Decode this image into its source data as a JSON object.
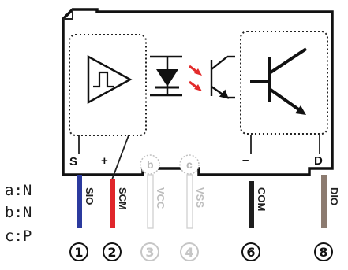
{
  "legend": [
    {
      "key": "a",
      "value": "N"
    },
    {
      "key": "b",
      "value": "N"
    },
    {
      "key": "c",
      "value": "P"
    }
  ],
  "terminals_top": {
    "s": "S",
    "plus": "+",
    "b": "b",
    "c": "c",
    "minus": "–",
    "d": "D"
  },
  "wires": [
    {
      "label": "SIO",
      "color": "#2b3a9e",
      "number": "1",
      "active": true
    },
    {
      "label": "SCM",
      "color": "#e0262b",
      "number": "2",
      "active": true
    },
    {
      "label": "VCC",
      "color": "#d0d0d0",
      "number": "3",
      "active": false
    },
    {
      "label": "VSS",
      "color": "#d0d0d0",
      "number": "4",
      "active": false
    },
    {
      "label": "COM",
      "color": "#1e1e1e",
      "number": "6",
      "active": true
    },
    {
      "label": "DIO",
      "color": "#8c7b70",
      "number": "8",
      "active": true
    }
  ],
  "accent": {
    "led_arrows": "#e32b2b"
  }
}
